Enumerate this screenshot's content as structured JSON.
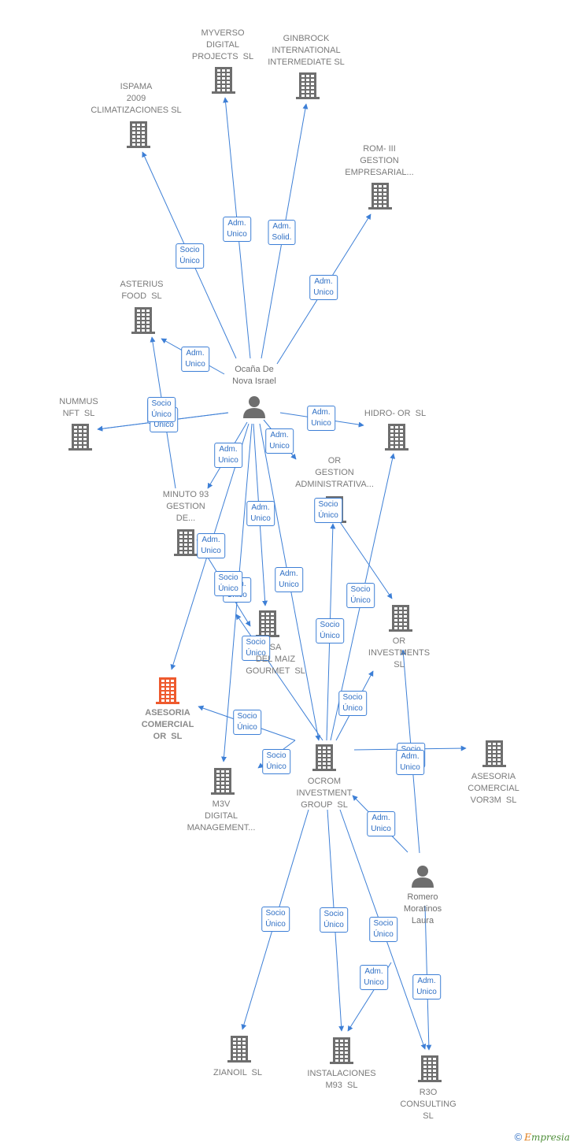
{
  "colors": {
    "edge": "#3d7fd6",
    "building": "#6e6e6e",
    "highlight": "#ee5a2e",
    "person": "#6e6e6e"
  },
  "nodes": [
    {
      "id": "ocana",
      "type": "person",
      "label": "Ocaña De\nNova Israel"
    },
    {
      "id": "romero",
      "type": "person",
      "label": "Romero\nMoratinos\nLaura"
    },
    {
      "id": "myverso",
      "type": "company",
      "label": "MYVERSO\nDIGITAL\nPROJECTS  SL"
    },
    {
      "id": "ginbrock",
      "type": "company",
      "label": "GINBROCK\nINTERNATIONAL\nINTERMEDIATE SL"
    },
    {
      "id": "ispama",
      "type": "company",
      "label": "ISPAMA\n2009\nCLIMATIZACIONES SL"
    },
    {
      "id": "rom3",
      "type": "company",
      "label": "ROM- III\nGESTION\nEMPRESARIAL..."
    },
    {
      "id": "asterius",
      "type": "company",
      "label": "ASTERIUS\nFOOD  SL"
    },
    {
      "id": "nummus",
      "type": "company",
      "label": "NUMMUS\nNFT  SL"
    },
    {
      "id": "hidro",
      "type": "company",
      "label": "HIDRO- OR  SL"
    },
    {
      "id": "orgestion",
      "type": "company",
      "label": "OR\nGESTION\nADMINISTRATIVA..."
    },
    {
      "id": "minuto",
      "type": "company",
      "label": "MINUTO 93\nGESTION\nDE..."
    },
    {
      "id": "casa",
      "type": "company",
      "label": "SA\nDEL MAIZ\nGOURMET  SL"
    },
    {
      "id": "orinv",
      "type": "company",
      "label": "OR\nINVESTMENTS\nSL"
    },
    {
      "id": "asesoria",
      "type": "company",
      "label": "ASESORIA\nCOMERCIAL\nOR  SL",
      "highlight": true
    },
    {
      "id": "ocrom",
      "type": "company",
      "label": "OCROM\nINVESTMENT\nGROUP  SL"
    },
    {
      "id": "vor3m",
      "type": "company",
      "label": "ASESORIA\nCOMERCIAL\nVOR3M  SL"
    },
    {
      "id": "m3v",
      "type": "company",
      "label": "M3V\nDIGITAL\nMANAGEMENT..."
    },
    {
      "id": "zianoil",
      "type": "company",
      "label": "ZIANOIL  SL"
    },
    {
      "id": "instal",
      "type": "company",
      "label": "INSTALACIONES\nM93  SL"
    },
    {
      "id": "r3o",
      "type": "company",
      "label": "R3O\nCONSULTING\nSL"
    }
  ],
  "edges": [
    {
      "from": "ocana",
      "to": "ispama",
      "label": "Socio\nÚnico"
    },
    {
      "from": "ocana",
      "to": "myverso",
      "label": "Adm.\nUnico"
    },
    {
      "from": "ocana",
      "to": "ginbrock",
      "label": "Adm.\nSolid."
    },
    {
      "from": "ocana",
      "to": "rom3",
      "label": "Adm.\nUnico"
    },
    {
      "from": "ocana",
      "to": "asterius",
      "label": "Adm.\nUnico"
    },
    {
      "from": "ocana",
      "to": "nummus",
      "label": "Socio\nÚnico"
    },
    {
      "from": "ocana",
      "to": "nummus",
      "label": "Adm.\nUnico"
    },
    {
      "from": "ocana",
      "to": "hidro",
      "label": "Adm.\nUnico"
    },
    {
      "from": "ocana",
      "to": "orgestion",
      "label": "Adm.\nUnico"
    },
    {
      "from": "ocana",
      "to": "minuto",
      "label": "Adm.\nUnico"
    },
    {
      "from": "ocana",
      "to": "casa",
      "label": "Adm.\nUnico"
    },
    {
      "from": "ocana",
      "to": "asesoria",
      "label": "Adm.\nUnico"
    },
    {
      "from": "ocana",
      "to": "m3v",
      "label": "Adm.\nUnico"
    },
    {
      "from": "ocana",
      "to": "ocrom",
      "label": "Adm.\nUnico"
    },
    {
      "from": "minuto",
      "to": "asterius",
      "label": "Socio\nÚnico"
    },
    {
      "from": "minuto",
      "to": "casa",
      "label": "Socio\nÚnico"
    },
    {
      "from": "ocrom",
      "to": "hidro",
      "label": "Socio\nÚnico"
    },
    {
      "from": "ocrom",
      "to": "orgestion",
      "label": "Socio\nÚnico"
    },
    {
      "from": "ocrom",
      "to": "orinv",
      "label": "Socio\nÚnico"
    },
    {
      "from": "orgestion",
      "to": "orinv",
      "label": "Socio\nÚnico"
    },
    {
      "from": "ocrom",
      "to": "casa",
      "label": "Socio\nÚnico"
    },
    {
      "from": "ocrom",
      "to": "asesoria",
      "label": "Socio\nÚnico"
    },
    {
      "from": "ocrom",
      "to": "m3v",
      "label": "Socio\nÚnico"
    },
    {
      "from": "ocrom",
      "to": "vor3m",
      "label": "Socio\nÚnico"
    },
    {
      "from": "ocrom",
      "to": "zianoil",
      "label": "Socio\nÚnico"
    },
    {
      "from": "ocrom",
      "to": "instal",
      "label": "Socio\nÚnico"
    },
    {
      "from": "ocrom",
      "to": "r3o",
      "label": "Socio\nÚnico"
    },
    {
      "from": "romero",
      "to": "ocrom",
      "label": "Adm.\nUnico"
    },
    {
      "from": "romero",
      "to": "orinv",
      "label": "Adm.\nUnico"
    },
    {
      "from": "romero",
      "to": "instal",
      "label": "Adm.\nUnico"
    },
    {
      "from": "romero",
      "to": "r3o",
      "label": "Adm.\nUnico"
    }
  ],
  "footer": {
    "copyright": "©",
    "brand_first": "E",
    "brand_rest": "mpresia"
  }
}
